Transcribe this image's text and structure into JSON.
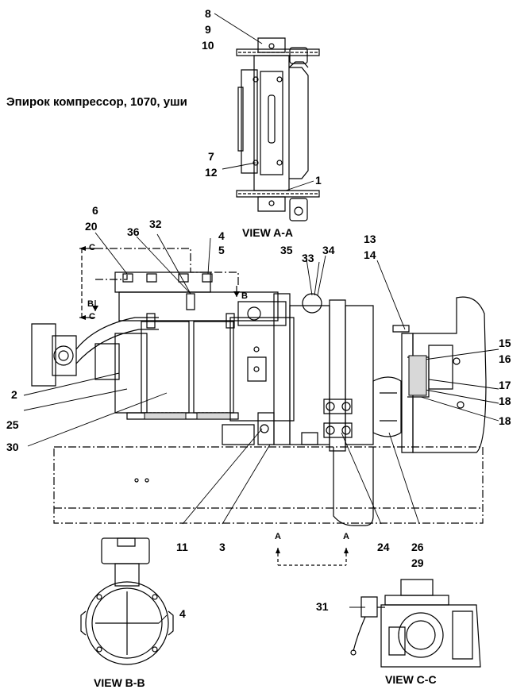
{
  "title": "Эпирок компрессор, 1070, уши",
  "views": {
    "aa": "VIEW  A-A",
    "bb": "VIEW  B-B",
    "cc": "VIEW  C-C"
  },
  "section_marks": {
    "c": "C",
    "b": "B",
    "a": "A"
  },
  "callouts": {
    "n1": "1",
    "n2": "2",
    "n3": "3",
    "n4": "4",
    "n4b": "4",
    "n5": "5",
    "n6": "6",
    "n7": "7",
    "n8": "8",
    "n9": "9",
    "n10": "10",
    "n11": "11",
    "n12": "12",
    "n13": "13",
    "n14": "14",
    "n15": "15",
    "n16": "16",
    "n17": "17",
    "n18": "18",
    "n18b": "18",
    "n20": "20",
    "n24": "24",
    "n25": "25",
    "n26": "26",
    "n29": "29",
    "n30": "30",
    "n31": "31",
    "n32": "32",
    "n33": "33",
    "n34": "34",
    "n35": "35",
    "n36": "36"
  }
}
